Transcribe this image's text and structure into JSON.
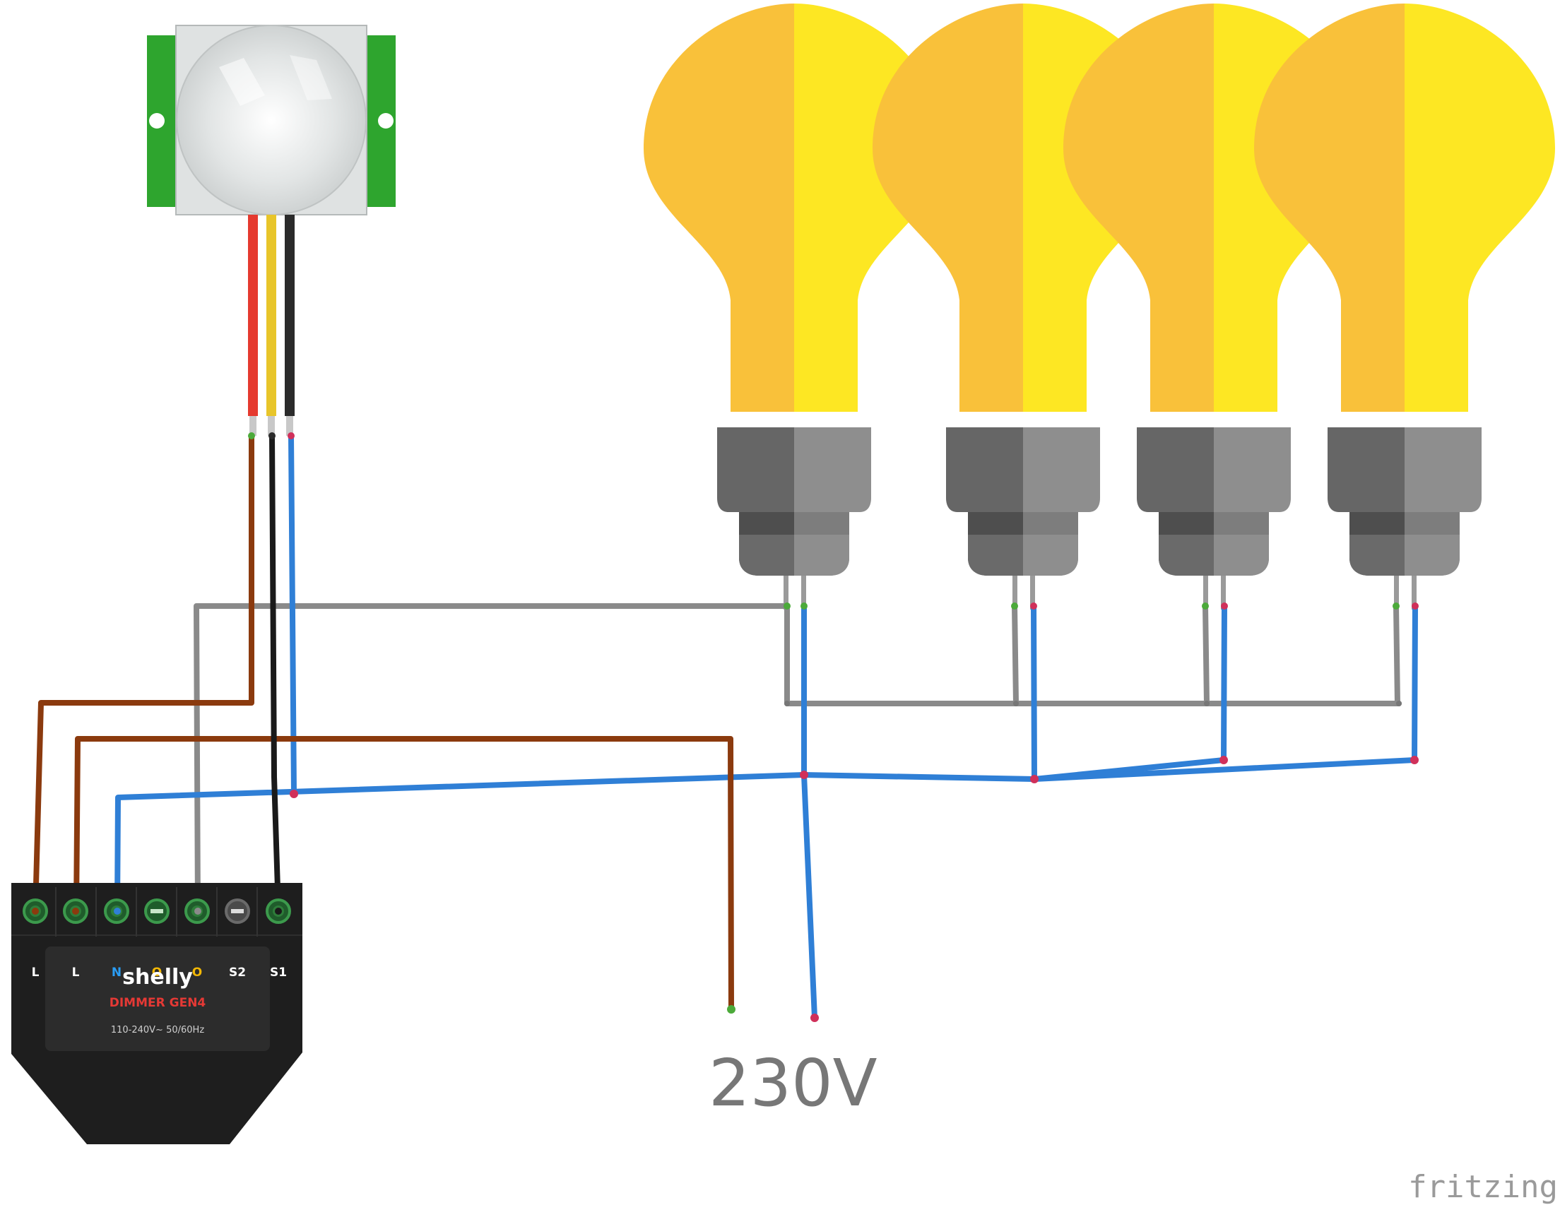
{
  "diagram": {
    "dimmer": {
      "brand": "shelly",
      "model": "DIMMER GEN4",
      "rating": "110-240V~ 50/60Hz",
      "terminals": [
        {
          "label": "L",
          "color": "#ffffff"
        },
        {
          "label": "L",
          "color": "#ffffff"
        },
        {
          "label": "N",
          "color": "#2a9df4"
        },
        {
          "label": "O",
          "color": "#f2b705"
        },
        {
          "label": "O",
          "color": "#f2b705"
        },
        {
          "label": "S2",
          "color": "#ffffff"
        },
        {
          "label": "S1",
          "color": "#ffffff"
        }
      ]
    },
    "pir_sensor": {
      "wires": [
        "red",
        "yellow",
        "black"
      ]
    },
    "bulbs": {
      "count": 4
    },
    "supply": {
      "label": "230V",
      "color": "#777777"
    },
    "watermark": {
      "label": "fritzing"
    },
    "colors": {
      "live_wire": "#8b3a0e",
      "neutral_wire": "#2f7fd6",
      "switched_wire": "#8a8a8a",
      "signal_wire": "#1a1a1a",
      "bulb_left": "#f9c13a",
      "bulb_right": "#fde723",
      "pcb_green": "#2ea52e"
    }
  }
}
